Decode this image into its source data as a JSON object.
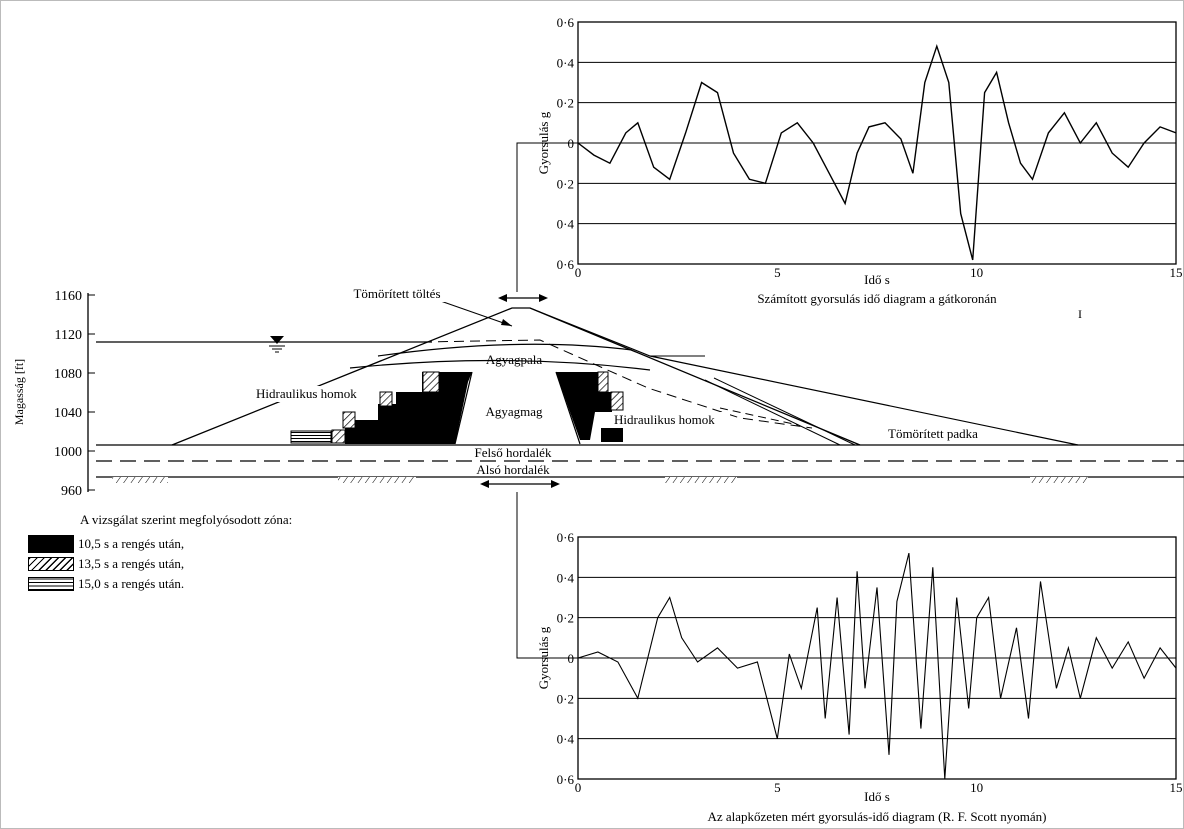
{
  "dam": {
    "yaxis_label": "Magasság [ft]",
    "yticks": [
      "1160",
      "1120",
      "1080",
      "1040",
      "1000",
      "960"
    ],
    "labels": {
      "crest_fill": "Tömörített töltés",
      "shale": "Agyagpala",
      "clay_core": "Agyagmag",
      "hydraulic_sand_left": "Hidraulikus homok",
      "hydraulic_sand_right": "Hidraulikus homok",
      "compacted_berm": "Tömörített padka",
      "upper_alluvium": "Felső hordalék",
      "lower_alluvium": "Alsó hordalék"
    }
  },
  "legend": {
    "title": "A vizsgálat szerint megfolyósodott zóna:",
    "items": [
      {
        "label": "10,5 s a rengés után,",
        "pattern": "solid-black"
      },
      {
        "label": "13,5 s a rengés után,",
        "pattern": "diagonal-hatch"
      },
      {
        "label": "15,0 s a rengés után.",
        "pattern": "horizontal-lines"
      }
    ]
  },
  "stray_mark": "I",
  "chart_data": [
    {
      "type": "line",
      "title": "Számított gyorsulás idő diagram a gátkoronán",
      "xlabel": "Idő s",
      "ylabel": "Gyorsulás g",
      "xlim": [
        0,
        15
      ],
      "ylim": [
        -0.6,
        0.6
      ],
      "xticks": [
        "0",
        "5",
        "10",
        "15"
      ],
      "yticks": [
        "0·6",
        "0·4",
        "0·2",
        "0",
        "0·2",
        "0·4",
        "0·6"
      ],
      "grid": "horizontal",
      "series": [
        {
          "x": [
            0,
            0.4,
            0.8,
            1.2,
            1.5,
            1.9,
            2.3,
            2.7,
            3.1,
            3.5,
            3.9,
            4.3,
            4.7,
            5.1,
            5.5,
            5.9,
            6.3,
            6.7,
            7.0,
            7.3,
            7.7,
            8.1,
            8.4,
            8.7,
            9.0,
            9.3,
            9.6,
            9.9,
            10.2,
            10.5,
            10.8,
            11.1,
            11.4,
            11.8,
            12.2,
            12.6,
            13.0,
            13.4,
            13.8,
            14.2,
            14.6,
            15.0
          ],
          "y": [
            0,
            -0.06,
            -0.1,
            0.05,
            0.1,
            -0.12,
            -0.18,
            0.05,
            0.3,
            0.25,
            -0.05,
            -0.18,
            -0.2,
            0.05,
            0.1,
            0.0,
            -0.15,
            -0.3,
            -0.05,
            0.08,
            0.1,
            0.02,
            -0.15,
            0.3,
            0.48,
            0.3,
            -0.35,
            -0.58,
            0.25,
            0.35,
            0.1,
            -0.1,
            -0.18,
            0.05,
            0.15,
            0.0,
            0.1,
            -0.05,
            -0.12,
            0.0,
            0.08,
            0.05
          ]
        }
      ]
    },
    {
      "type": "line",
      "title": "Az alapkőzeten mért gyorsulás-idő diagram (R. F. Scott nyomán)",
      "xlabel": "Idő s",
      "ylabel": "Gyorsulás g",
      "xlim": [
        0,
        15
      ],
      "ylim": [
        -0.6,
        0.6
      ],
      "xticks": [
        "0",
        "5",
        "10",
        "15"
      ],
      "yticks": [
        "0·6",
        "0·4",
        "0·2",
        "0",
        "0·2",
        "0·4",
        "0·6"
      ],
      "grid": "horizontal",
      "series": [
        {
          "x": [
            0,
            0.5,
            1.0,
            1.5,
            2.0,
            2.3,
            2.6,
            3.0,
            3.5,
            4.0,
            4.5,
            5.0,
            5.3,
            5.6,
            6.0,
            6.2,
            6.5,
            6.8,
            7.0,
            7.2,
            7.5,
            7.8,
            8.0,
            8.3,
            8.6,
            8.9,
            9.2,
            9.5,
            9.8,
            10.0,
            10.3,
            10.6,
            11.0,
            11.3,
            11.6,
            12.0,
            12.3,
            12.6,
            13.0,
            13.4,
            13.8,
            14.2,
            14.6,
            15.0
          ],
          "y": [
            0,
            0.03,
            -0.02,
            -0.2,
            0.2,
            0.3,
            0.1,
            -0.02,
            0.05,
            -0.05,
            -0.02,
            -0.4,
            0.02,
            -0.15,
            0.25,
            -0.3,
            0.3,
            -0.38,
            0.43,
            -0.15,
            0.35,
            -0.48,
            0.28,
            0.52,
            -0.35,
            0.45,
            -0.6,
            0.3,
            -0.25,
            0.2,
            0.3,
            -0.2,
            0.15,
            -0.3,
            0.38,
            -0.15,
            0.05,
            -0.2,
            0.1,
            -0.05,
            0.08,
            -0.1,
            0.05,
            -0.05
          ]
        }
      ]
    }
  ]
}
